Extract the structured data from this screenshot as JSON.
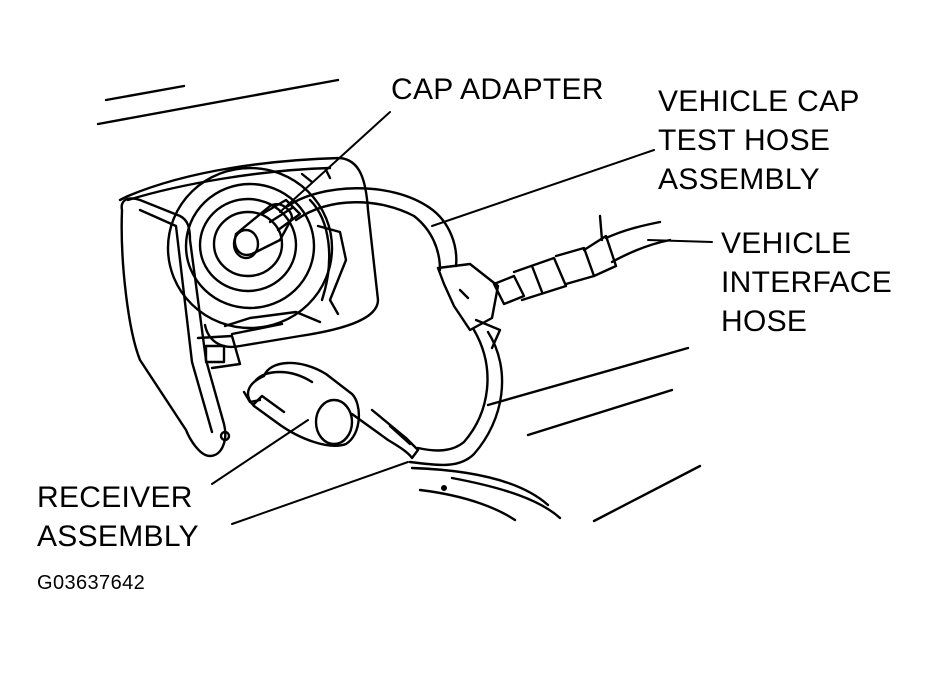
{
  "labels": {
    "cap_adapter": "CAP ADAPTER",
    "vehicle_cap_test_hose": [
      "VEHICLE CAP",
      "TEST HOSE",
      "ASSEMBLY"
    ],
    "vehicle_interface_hose": [
      "VEHICLE",
      "INTERFACE",
      "HOSE"
    ],
    "receiver_assembly": [
      "RECEIVER",
      "ASSEMBLY"
    ]
  },
  "figure_id": "G03637642",
  "colors": {
    "ink": "#000000",
    "paper": "#ffffff"
  }
}
